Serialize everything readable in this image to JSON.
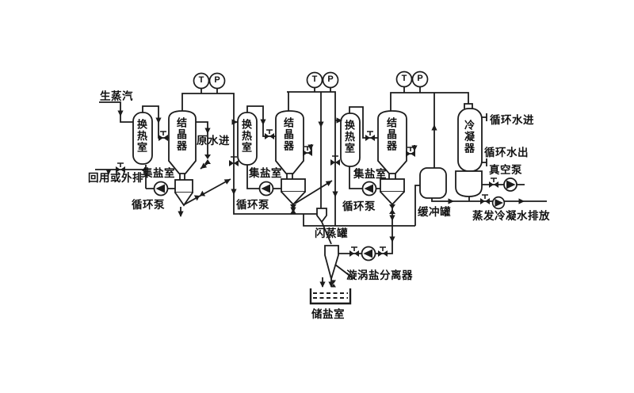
{
  "diagram": {
    "background": "#ffffff",
    "line_color": "#1c1c1c",
    "gauges": {
      "temperature": "T",
      "pressure": "P"
    },
    "effects": [
      {
        "heat_exchange_chamber": "换热室",
        "crystallizer": "结晶器",
        "salt_collection_chamber": "集盐室",
        "circulation_pump": "循环泵"
      },
      {
        "heat_exchange_chamber": "换热室",
        "crystallizer": "结晶器",
        "salt_collection_chamber": "集盐室",
        "circulation_pump": "循环泵"
      },
      {
        "heat_exchange_chamber": "换热室",
        "crystallizer": "结晶器",
        "salt_collection_chamber": "集盐室",
        "circulation_pump": "循环泵"
      }
    ],
    "labels": {
      "raw_steam": "生蒸汽",
      "raw_water_in": "原水进",
      "reuse_or_discharge": "回用或外排",
      "flash_tank": "闪蒸罐",
      "vortex_salt_separator": "漩涡盐分离器",
      "salt_storage_chamber": "储盐室",
      "buffer_tank": "缓冲罐",
      "condenser": "冷凝器",
      "circulating_water_in": "循环水进",
      "circulating_water_out": "循环水出",
      "vacuum_pump": "真空泵",
      "evaporation_condensate_discharge": "蒸发冷凝水排放"
    }
  }
}
